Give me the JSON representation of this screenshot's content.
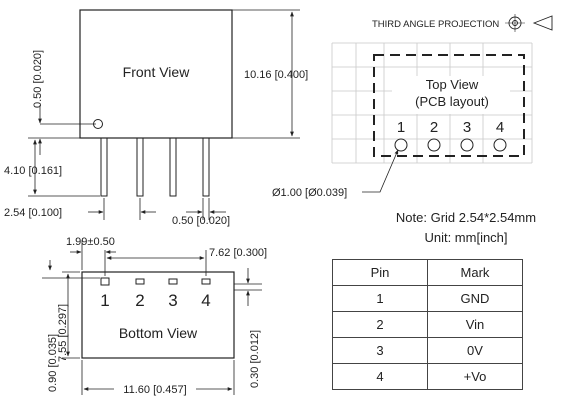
{
  "front_view": {
    "title": "Front View",
    "dim_height": "10.16 [0.400]",
    "dim_top_offset": "0.50 [0.020]",
    "dim_pin_length": "4.10 [0.161]",
    "dim_pitch": "2.54 [0.100]",
    "dim_pin_width": "0.50 [0.020]"
  },
  "projection": {
    "label": "THIRD ANGLE PROJECTION"
  },
  "top_view": {
    "title": "Top View",
    "subtitle": "(PCB layout)",
    "pins": [
      "1",
      "2",
      "3",
      "4"
    ],
    "hole_dim": "Ø1.00 [Ø0.039]"
  },
  "notes": {
    "grid": "Note: Grid 2.54*2.54mm",
    "unit": "Unit: mm[inch]"
  },
  "bottom_view": {
    "title": "Bottom View",
    "pins": [
      "1",
      "2",
      "3",
      "4"
    ],
    "dim_pin1_offset": "1.99±0.50",
    "dim_span": "7.62 [0.300]",
    "dim_height": "7.55 [0.297]",
    "dim_bottom_offset": "0.90 [0.035]",
    "dim_width": "11.60 [0.457]",
    "dim_lead_offset": "0.30 [0.012]"
  },
  "pin_table": {
    "headers": [
      "Pin",
      "Mark"
    ],
    "rows": [
      [
        "1",
        "GND"
      ],
      [
        "2",
        "Vin"
      ],
      [
        "3",
        "0V"
      ],
      [
        "4",
        "+Vo"
      ]
    ]
  }
}
